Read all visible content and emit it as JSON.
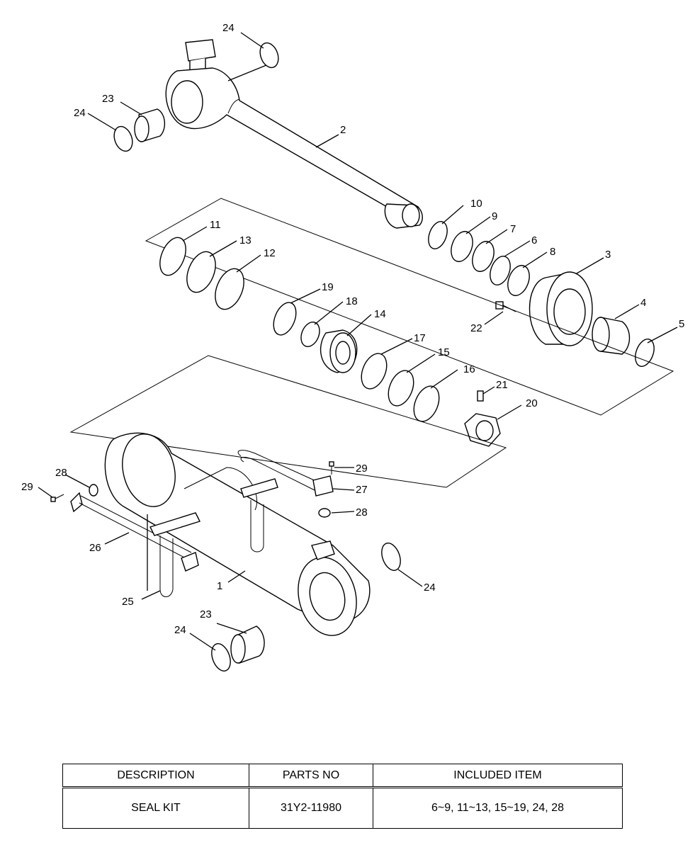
{
  "labels": {
    "l1": "1",
    "l2": "2",
    "l3": "3",
    "l4": "4",
    "l5": "5",
    "l6": "6",
    "l7": "7",
    "l8": "8",
    "l9": "9",
    "l10": "10",
    "l11": "11",
    "l12": "12",
    "l13": "13",
    "l14": "14",
    "l15": "15",
    "l16": "16",
    "l17": "17",
    "l18": "18",
    "l19": "19",
    "l20": "20",
    "l21": "21",
    "l22": "22",
    "l23": "23",
    "l24": "24",
    "l25": "25",
    "l26": "26",
    "l27": "27",
    "l28": "28",
    "l29": "29"
  },
  "table": {
    "headers": {
      "description": "DESCRIPTION",
      "parts_no": "PARTS NO",
      "included_item": "INCLUDED ITEM"
    },
    "row": {
      "description": "SEAL KIT",
      "parts_no": "31Y2-11980",
      "included_item": "6~9, 11~13, 15~19, 24, 28"
    }
  }
}
